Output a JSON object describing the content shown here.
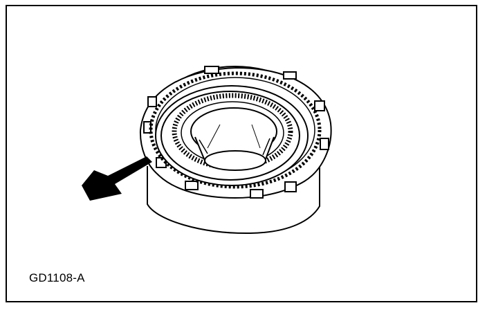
{
  "figure": {
    "code": "GD1108-A",
    "subject": "clutch-drum-assembly",
    "pointer": "arrow-indicator"
  },
  "colors": {
    "ink": "#000000",
    "paper": "#ffffff"
  }
}
